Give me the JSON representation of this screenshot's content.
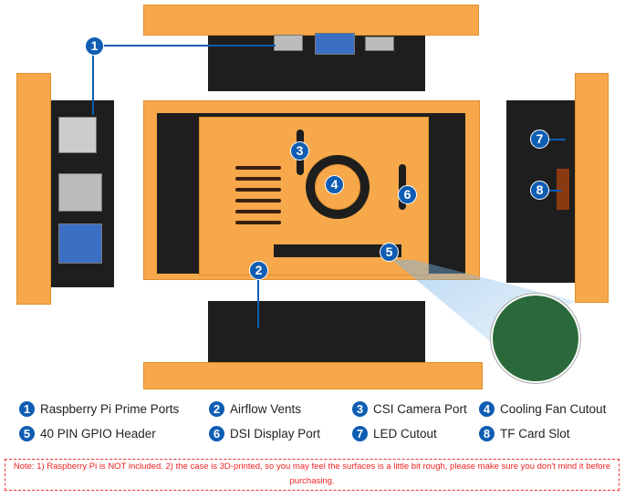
{
  "callouts": [
    {
      "n": "1",
      "label": "Raspberry Pi Prime Ports"
    },
    {
      "n": "2",
      "label": "Airflow Vents"
    },
    {
      "n": "3",
      "label": "CSI Camera Port"
    },
    {
      "n": "4",
      "label": "Cooling Fan Cutout"
    },
    {
      "n": "5",
      "label": "40 PIN GPIO Header"
    },
    {
      "n": "6",
      "label": "DSI Display Port"
    },
    {
      "n": "7",
      "label": "LED Cutout"
    },
    {
      "n": "8",
      "label": "TF Card Slot"
    }
  ],
  "note": "Note: 1) Raspberry Pi is NOT included. 2) the case is 3D-printed, so you may feel the surfaces is a little bit rough, please make sure you don't mind it before purchasing.",
  "colors": {
    "case": "#f6a84a",
    "badge": "#0f5db3",
    "note": "#e22222"
  }
}
